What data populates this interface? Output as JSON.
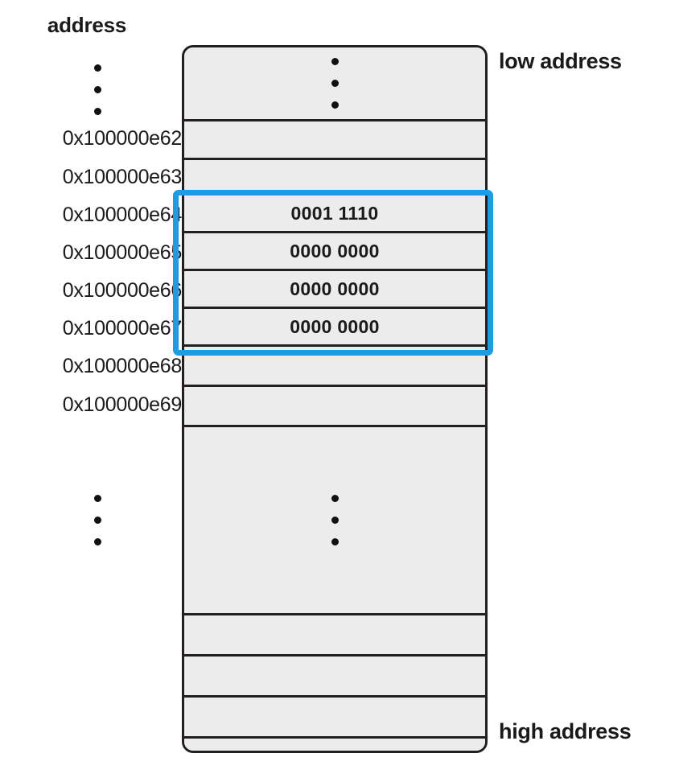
{
  "diagram": {
    "title_column_header": "address",
    "low_label": "low address",
    "high_label": "high address",
    "accent_color": "#1b9ce3",
    "cell_fill": "#ececec",
    "border_color": "#231f20"
  },
  "addresses": [
    {
      "label": "0x100000e62"
    },
    {
      "label": "0x100000e63"
    },
    {
      "label": "0x100000e64"
    },
    {
      "label": "0x100000e65"
    },
    {
      "label": "0x100000e66"
    },
    {
      "label": "0x100000e67"
    },
    {
      "label": "0x100000e68"
    },
    {
      "label": "0x100000e69"
    }
  ],
  "rows": [
    {
      "name": "row-ellipsis-top",
      "value": "",
      "highlighted": false,
      "ellipsis": true
    },
    {
      "name": "row-e62",
      "value": "",
      "highlighted": false,
      "ellipsis": false
    },
    {
      "name": "row-e63",
      "value": "",
      "highlighted": false,
      "ellipsis": false
    },
    {
      "name": "row-e64",
      "value": "0001 1110",
      "highlighted": true,
      "ellipsis": false
    },
    {
      "name": "row-e65",
      "value": "0000 0000",
      "highlighted": true,
      "ellipsis": false
    },
    {
      "name": "row-e66",
      "value": "0000 0000",
      "highlighted": true,
      "ellipsis": false
    },
    {
      "name": "row-e67",
      "value": "0000 0000",
      "highlighted": true,
      "ellipsis": false
    },
    {
      "name": "row-e68",
      "value": "",
      "highlighted": false,
      "ellipsis": false
    },
    {
      "name": "row-e69",
      "value": "",
      "highlighted": false,
      "ellipsis": false
    },
    {
      "name": "row-ellipsis-bottom",
      "value": "",
      "highlighted": false,
      "ellipsis": true
    },
    {
      "name": "row-blank-1",
      "value": "",
      "highlighted": false,
      "ellipsis": false
    },
    {
      "name": "row-blank-2",
      "value": "",
      "highlighted": false,
      "ellipsis": false
    },
    {
      "name": "row-blank-3",
      "value": "",
      "highlighted": false,
      "ellipsis": false
    },
    {
      "name": "row-blank-4",
      "value": "",
      "highlighted": false,
      "ellipsis": false
    }
  ],
  "cell_values": {
    "e64": "0001 1110",
    "e65": "0000 0000",
    "e66": "0000 0000",
    "e67": "0000 0000"
  }
}
